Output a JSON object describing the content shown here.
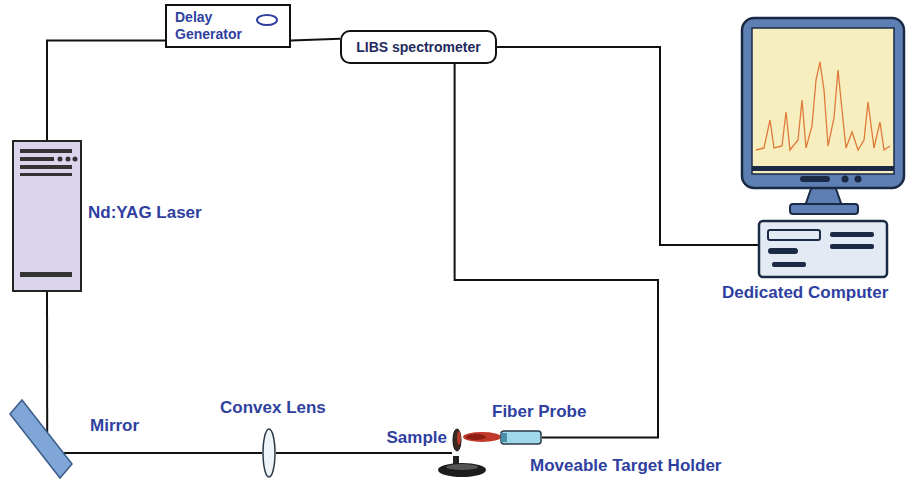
{
  "diagram": {
    "nodes": [
      {
        "text": [
          "Delay Generator"
        ]
      },
      {
        "text": [
          "LIBS spectrometer"
        ]
      },
      {
        "text": [
          "Nd:YAG Laser"
        ]
      },
      {
        "text": [
          "Dedicated Computer"
        ]
      },
      {
        "text": [
          "Mirror"
        ]
      },
      {
        "text": [
          "Convex Lens"
        ]
      },
      {
        "text": [
          "Fiber Probe"
        ]
      },
      {
        "text": [
          "Sample"
        ]
      },
      {
        "text": [
          "Moveable Target Holder"
        ]
      }
    ],
    "edges": [
      {
        "from": 2,
        "to": 0,
        "arrow": "none"
      },
      {
        "from": 0,
        "to": 1,
        "arrow": "none"
      },
      {
        "from": 1,
        "to": 3,
        "arrow": "none"
      },
      {
        "from": 1,
        "to": 6,
        "arrow": "none"
      },
      {
        "from": 2,
        "to": 4,
        "arrow": "none"
      },
      {
        "from": 4,
        "to": 5,
        "arrow": "none"
      },
      {
        "from": 5,
        "to": 7,
        "arrow": "none"
      }
    ]
  }
}
